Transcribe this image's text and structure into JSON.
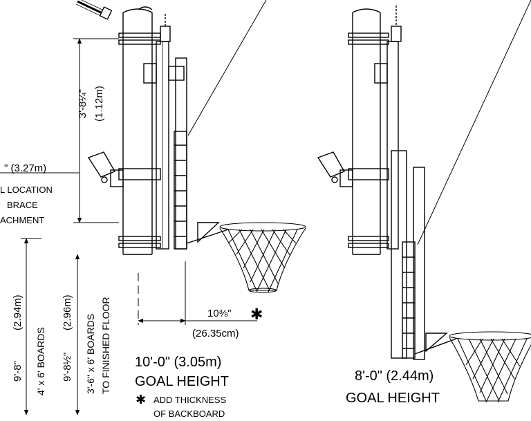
{
  "left_goal": {
    "height_label": "10'-0\" (3.05m)",
    "goal_height": "GOAL HEIGHT",
    "dim_upper_ft": "3'-8¼\"",
    "dim_upper_m": "(1.12m)",
    "dim_offset_ft": "10⅜\"",
    "dim_offset_cm": "(26.35cm)",
    "asterisk": "✱",
    "note_line1": "ADD THICKNESS",
    "note_line2": "OF BACKBOARD",
    "brace_dim": "\" (3.27m)",
    "brace_line1": "L LOCATION",
    "brace_line2": "BRACE",
    "brace_line3": "ACHMENT",
    "col1_ft": "9'-8\"",
    "col1_m": "(2.94m)",
    "col1_sub": "4' x 6' BOARDS",
    "col2_ft": "9'-8½\"",
    "col2_m": "(2.96m)",
    "col3_line1": "3'-6\" x 6' BOARDS",
    "col3_line2": "TO FINISHED FLOOR"
  },
  "right_goal": {
    "height_label": "8'-0\" (2.44m)",
    "goal_height": "GOAL HEIGHT"
  }
}
